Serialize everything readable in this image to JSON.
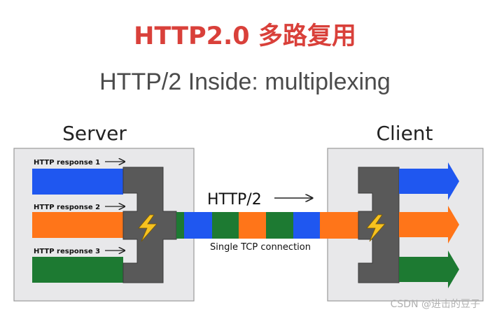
{
  "header": {
    "title": "HTTP2.0 多路复用",
    "subtitle": "HTTP/2 Inside: multiplexing"
  },
  "diagram": {
    "server_label": "Server",
    "client_label": "Client",
    "responses": [
      {
        "label": "HTTP response 1",
        "color": "#1f57f0"
      },
      {
        "label": "HTTP response 2",
        "color": "#ff7519"
      },
      {
        "label": "HTTP response 3",
        "color": "#1d7a32"
      }
    ],
    "protocol_label": "HTTP/2",
    "connection_label": "Single TCP connection",
    "stream_frames": [
      "green",
      "blue",
      "green",
      "orange",
      "green",
      "blue",
      "orange"
    ],
    "colors": {
      "blue": "#1f57f0",
      "orange": "#ff7519",
      "green": "#1d7a32",
      "box_bg": "#e8e8ea",
      "box_border": "#9a9a9a",
      "mux": "#595959",
      "lightning": "#f7c21f"
    }
  },
  "watermark": "CSDN @进击的豆子"
}
